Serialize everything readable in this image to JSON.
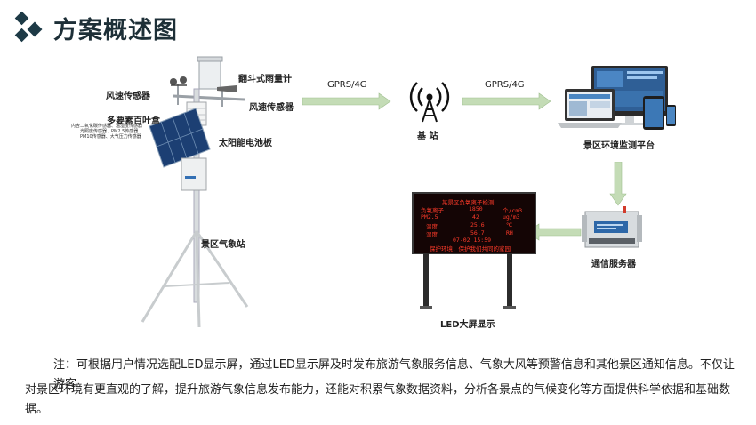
{
  "header": {
    "title": "方案概述图"
  },
  "station": {
    "rain_gauge": "翻斗式雨量计",
    "wind_speed_left": "风速传感器",
    "wind_speed_right": "风速传感器",
    "louver_box": "多要素百叶盒",
    "louver_desc_1": "内含二氧化碳传感器、温湿度传感器",
    "louver_desc_2": "光照度传感器、PM2.5传感器",
    "louver_desc_3": "PM10传感器、大气压力传感器",
    "solar_panel": "太阳能电池板",
    "name": "景区气象站"
  },
  "links": {
    "link1": "GPRS/4G",
    "link2": "GPRS/4G"
  },
  "base_station": {
    "label": "基  站"
  },
  "platform": {
    "label": "景区环境监测平台"
  },
  "server": {
    "label": "通信服务器"
  },
  "led": {
    "label": "LED大屏显示",
    "screen_title": "某景区负氧离子检测",
    "rows": [
      {
        "name": "负氧离子",
        "value": "1850",
        "unit": "个/cm3"
      },
      {
        "name": "PM2.5",
        "value": "42",
        "unit": "ug/m3"
      },
      {
        "name": "温度",
        "value": "25.6",
        "unit": "℃"
      },
      {
        "name": "湿度",
        "value": "56.7",
        "unit": "RH"
      }
    ],
    "datetime": "07-02  15:59",
    "slogan": "保护环境，保护我们共同的家园"
  },
  "note": {
    "line1": "注：可根据用户情况选配LED显示屏，通过LED显示屏及时发布旅游气象服务信息、气象大风等预警信息和其他景区通知信息。不仅让游客",
    "line2": "对景区环境有更直观的了解，提升旅游气象信息发布能力，还能对积累气象数据资料，分析各景点的气候变化等方面提供科学依据和基础数据。"
  },
  "colors": {
    "title": "#1d2f37",
    "logo": "#1d3a46",
    "arrow": "#c4dcb6",
    "led_text": "#ff3b2a"
  }
}
